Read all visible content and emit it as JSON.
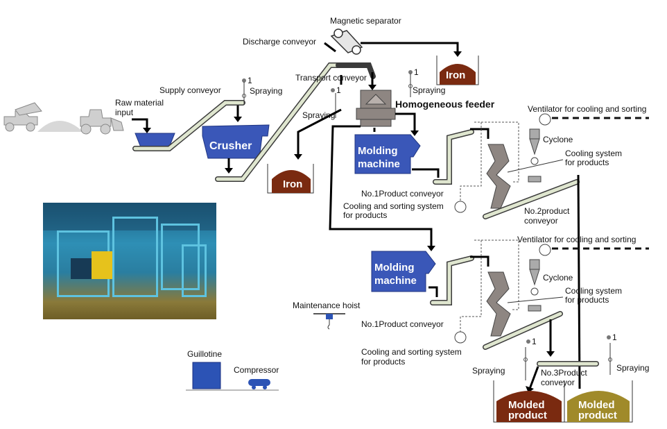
{
  "labels": {
    "magnetic_separator": "Magnetic separator",
    "discharge_conveyor": "Discharge conveyor",
    "transport_conveyor": "Transport conveyor",
    "supply_conveyor": "Supply conveyor",
    "raw_material_input": [
      "Raw material",
      "input"
    ],
    "crusher": "Crusher",
    "iron": "Iron",
    "spraying": "Spraying",
    "spray_number": "1",
    "homogeneous_feeder": "Homogeneous feeder",
    "molding_machine": [
      "Molding",
      "machine"
    ],
    "no1_product_conveyor": "No.1Product conveyor",
    "no2_product_conveyor": [
      "No.2product",
      "conveyor"
    ],
    "no3_product_conveyor": [
      "No.3Product",
      "conveyor"
    ],
    "cooling_sorting_system": [
      "Cooling and sorting system",
      "for products"
    ],
    "ventilator": "Ventilator for cooling and sorting",
    "cyclone": "Cyclone",
    "cooling_system": [
      "Cooling system",
      "for products"
    ],
    "maintenance_hoist": "Maintenance hoist",
    "guillotine": "Guillotine",
    "compressor": "Compressor",
    "molded_product": [
      "Molded",
      "product"
    ]
  },
  "colors": {
    "machine_blue": "#3a57b8",
    "iron_brown": "#7a2a10",
    "product_brown": "#7a2a10",
    "product_olive": "#a08a2a",
    "conveyor_fill": "#dfe6cf"
  },
  "photo": {
    "description_icon": "factory-photo"
  }
}
